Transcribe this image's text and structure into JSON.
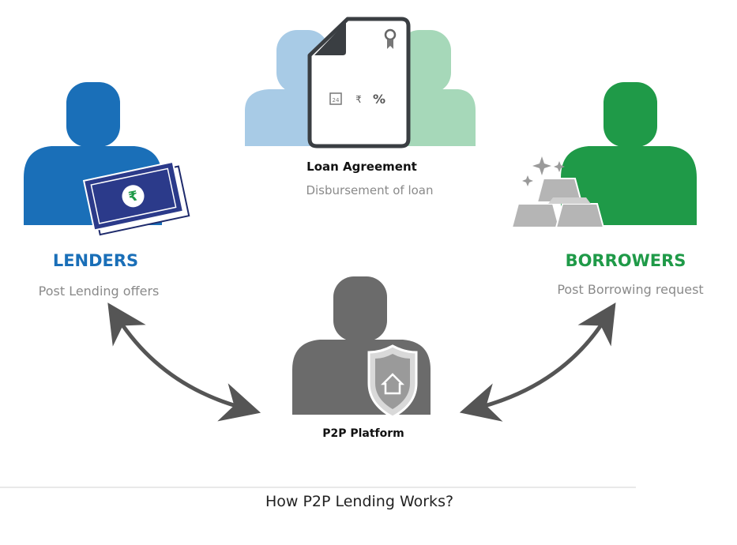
{
  "colors": {
    "lender": "#1a6fb8",
    "borrower": "#1f9a48",
    "platform": "#6b6b6b",
    "subtext": "#8a8a8a",
    "lender_light": "#a8cbe6",
    "borrower_light": "#a6d8b9"
  },
  "lenders": {
    "title": "LENDERS",
    "subtitle": "Post Lending offers",
    "currency_symbol": "₹"
  },
  "borrowers": {
    "title": "BORROWERS",
    "subtitle": "Post Borrowing request"
  },
  "agreement": {
    "title": "Loan Agreement",
    "subtitle": "Disbursement of loan",
    "calendar_day": "24",
    "rupee": "₹",
    "percent": "%"
  },
  "platform": {
    "title": "P2P Platform"
  },
  "caption": "How P2P Lending Works?"
}
